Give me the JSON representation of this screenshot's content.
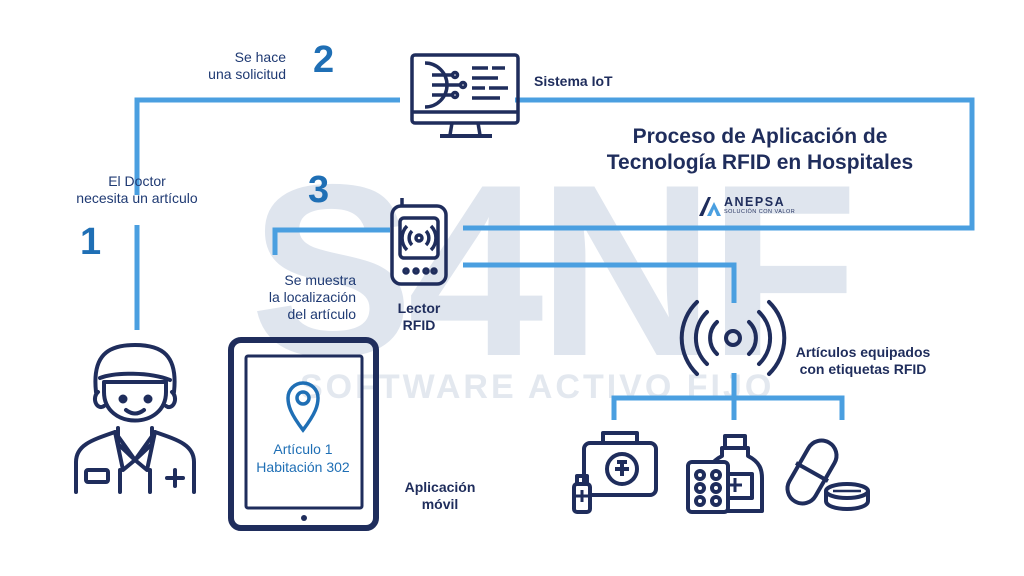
{
  "watermark": {
    "big": "S4NF",
    "small": "SOFTWARE ACTIVO FIJO"
  },
  "steps": {
    "one": {
      "number": "1",
      "label_line1": "El Doctor",
      "label_line2": "necesita un artículo"
    },
    "two": {
      "number": "2",
      "label_line1": "Se hace",
      "label_line2": "una solicitud"
    },
    "three": {
      "number": "3",
      "label_line1": "Se muestra",
      "label_line2": "la localización",
      "label_line3": "del artículo"
    }
  },
  "nodes": {
    "iot": "Sistema IoT",
    "reader_line1": "Lector",
    "reader_line2": "RFID",
    "app_line1": "Aplicación",
    "app_line2": "móvil",
    "articles_line1": "Artículos equipados",
    "articles_line2": "con etiquetas RFID"
  },
  "tablet": {
    "line1": "Artículo 1",
    "line2": "Habitación 302"
  },
  "title": {
    "line1": "Proceso de Aplicación de",
    "line2": "Tecnología RFID en Hospitales"
  },
  "logo": {
    "name": "ANEPSA",
    "tagline": "SOLUCIÓN CON VALOR"
  },
  "colors": {
    "line": "#4a9fe0",
    "navy": "#1f2d5c",
    "accent": "#1f6fb5",
    "watermark": "#dfe5ee"
  },
  "icons": [
    "monitor-icon",
    "rfid-reader-icon",
    "rfid-signal-icon",
    "doctor-icon",
    "tablet-icon",
    "location-pin-icon",
    "medical-kit-icon",
    "medicine-icon",
    "pills-icon"
  ]
}
